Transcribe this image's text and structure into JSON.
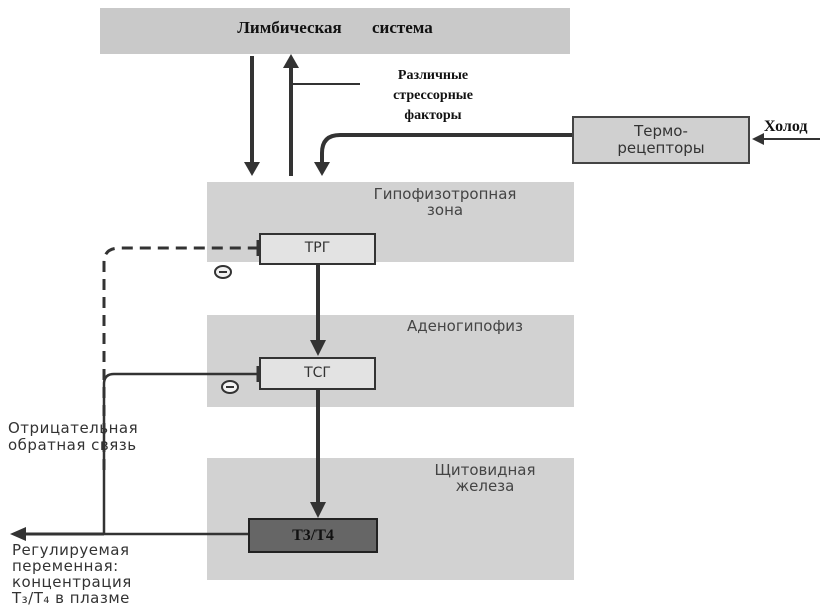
{
  "limbic": {
    "title": "Лимбическая система"
  },
  "stress": {
    "label": "Различные\nстрессорные\nфакторы"
  },
  "thermo": {
    "label": "Термо-\nрецепторы"
  },
  "cold": {
    "label": "Холод"
  },
  "hypo": {
    "label": "Гипофизотропная\nзона"
  },
  "trg": {
    "label": "ТРГ"
  },
  "adeno": {
    "label": "Аденогипофиз"
  },
  "tsg": {
    "label": "ТСГ"
  },
  "thyroid": {
    "label": "Щитовидная\nжелеза"
  },
  "t3t4": {
    "label": "T3/T4"
  },
  "feedback": {
    "label": "Отрицательная\nобратная связь"
  },
  "regulated": {
    "label": "Регулируемая\nпеременная:\nконцентрация\nT₃/T₄  в  плазме"
  },
  "colors": {
    "panel": "#d2d2d2",
    "box": "#e3e3e3",
    "hormone_box": "#666666",
    "line": "#333333"
  }
}
